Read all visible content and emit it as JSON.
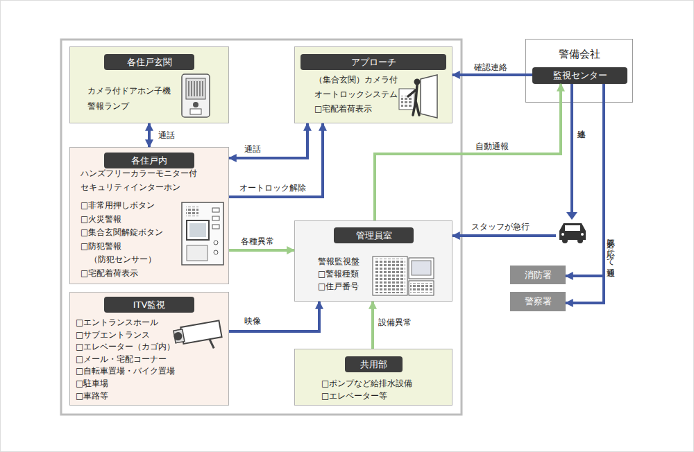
{
  "diagram": {
    "nodes": [
      {
        "text": [
          "各住戸玄関",
          "カメラ付ドアホン子機",
          "警報ランプ"
        ]
      },
      {
        "text": [
          "アプローチ",
          "（集合玄関）カメラ付 オートロックシステム",
          "□宅配着荷表示"
        ]
      },
      {
        "text": [
          "各住戸内",
          "ハンズフリーカラーモニター付 セキュリティインターホン",
          "□非常用押しボタン",
          "□火災警報",
          "□集合玄関解錠ボタン",
          "□防犯警報",
          "（防犯センサー）",
          "□宅配着荷表示"
        ]
      },
      {
        "text": [
          "管理員室",
          "警報監視盤",
          "□警報種類",
          "□住戸番号"
        ]
      },
      {
        "text": [
          "ITV監視",
          "□エントランスホール",
          "□サブエントランス",
          "□エレベーター（カゴ内）",
          "□メール・宅配コーナー",
          "□自転車置場・バイク置場",
          "□駐車場",
          "□車路等"
        ]
      },
      {
        "text": [
          "共用部",
          "□ポンプなど給排水設備",
          "□エレベーター等"
        ]
      },
      {
        "text": [
          "警備会社"
        ]
      },
      {
        "text": [
          "監視センター"
        ],
        "in": 6
      },
      {
        "text": [
          "消防署"
        ]
      },
      {
        "text": [
          "警察署"
        ]
      }
    ],
    "edges": [
      {
        "from": 0,
        "to": 2,
        "label": "通話",
        "arrow": "both"
      },
      {
        "from": 2,
        "to": 1,
        "label": "通話",
        "arrow": "both"
      },
      {
        "from": 2,
        "to": 1,
        "label": "オートロック解除",
        "arrow": "to"
      },
      {
        "from": 2,
        "to": 3,
        "label": "各種異常",
        "arrow": "to"
      },
      {
        "from": 4,
        "to": 3,
        "label": "映像",
        "arrow": "to"
      },
      {
        "from": 5,
        "to": 3,
        "label": "設備異常",
        "arrow": "to"
      },
      {
        "from": 3,
        "to": 7,
        "label": "自動通報",
        "arrow": "to"
      },
      {
        "from": 7,
        "to": 1,
        "label": "確認連絡",
        "arrow": "to"
      },
      {
        "from": 7,
        "to": 3,
        "label": "スタッフが急行",
        "arrow": "to"
      },
      {
        "from": 7,
        "to": 8,
        "arrow": "to"
      },
      {
        "from": 7,
        "to": 9,
        "label": "必要に応じて通報",
        "arrow": "to"
      }
    ],
    "labels": [
      "連絡"
    ]
  }
}
